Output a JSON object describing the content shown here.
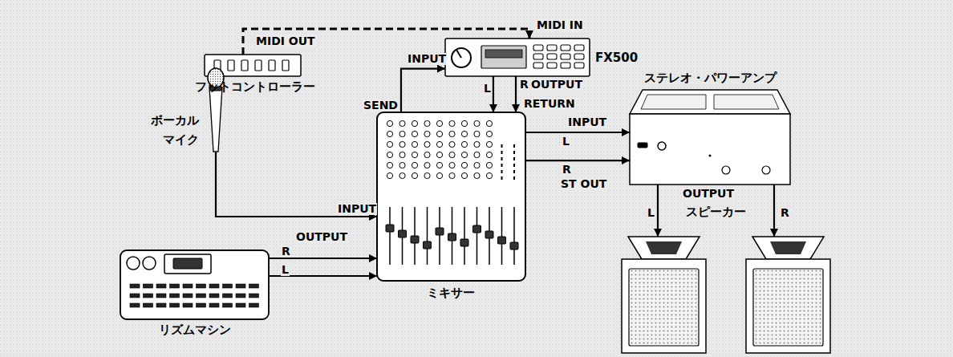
{
  "diagram": {
    "nodes": [
      {
        "text": [
          "フットコントローラー"
        ]
      },
      {
        "text": [
          "FX500"
        ]
      },
      {
        "text": [
          "ボーカル マイク"
        ]
      },
      {
        "text": [
          "ミキサー"
        ]
      },
      {
        "text": [
          "リズムマシン"
        ]
      },
      {
        "text": [
          "ステレオ・パワーアンプ"
        ]
      },
      {
        "text": [
          "スピーカー"
        ]
      }
    ],
    "edges": [
      {
        "from": 0,
        "to": 1,
        "arrow": "to"
      },
      {
        "from": 3,
        "to": 1,
        "arrow": "to"
      },
      {
        "from": 1,
        "to": 3,
        "label": "L",
        "arrow": "to"
      },
      {
        "from": 1,
        "to": 3,
        "label": "R",
        "arrow": "to"
      },
      {
        "from": 2,
        "to": 3,
        "arrow": "to"
      },
      {
        "from": 4,
        "to": 3,
        "label": "R",
        "arrow": "to"
      },
      {
        "from": 4,
        "to": 3,
        "label": "L",
        "arrow": "to"
      },
      {
        "from": 3,
        "to": 5,
        "label": "L",
        "arrow": "to"
      },
      {
        "from": 3,
        "to": 5,
        "label": "R",
        "arrow": "to"
      },
      {
        "from": 5,
        "to": 6,
        "label": "L",
        "arrow": "to"
      },
      {
        "from": 5,
        "to": 6,
        "label": "R",
        "arrow": "to"
      }
    ],
    "labels": [
      "MIDI OUT",
      "MIDI IN",
      "INPUT",
      "SEND",
      "OUTPUT",
      "RETURN",
      "INPUT",
      "OUTPUT",
      "INPUT",
      "ST OUT",
      "OUTPUT"
    ]
  }
}
